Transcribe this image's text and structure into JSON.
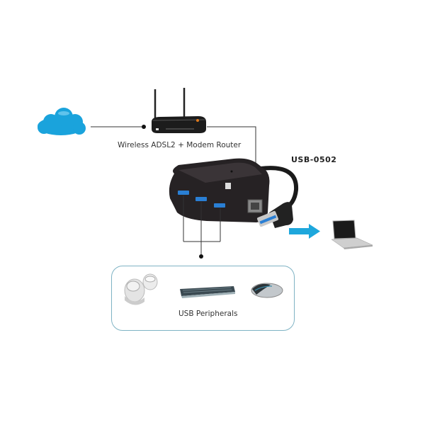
{
  "diagram": {
    "nodes": {
      "internet": {
        "icon": "cloud-icon",
        "color": "#1aa3dc"
      },
      "router": {
        "label": "Wireless ADSL2 + Modem Router",
        "icon": "router-icon"
      },
      "hub": {
        "label": "USB-0502",
        "icon": "usb-hub-icon",
        "ports": 3
      },
      "laptop": {
        "icon": "laptop-icon"
      },
      "peripherals": {
        "label": "USB Peripherals",
        "items": [
          "speakers-icon",
          "keyboard-icon",
          "mouse-icon"
        ]
      }
    },
    "edges": [
      {
        "from": "internet",
        "to": "router"
      },
      {
        "from": "router",
        "to": "hub"
      },
      {
        "from": "hub",
        "to": "laptop",
        "style": "arrow",
        "color": "#1ea7dc"
      },
      {
        "from": "hub",
        "to": "peripherals"
      }
    ],
    "colors": {
      "line": "#333333",
      "box_border": "#7fb3c4",
      "arrow": "#1ea7dc",
      "usb_blue": "#2a7fd4"
    }
  }
}
